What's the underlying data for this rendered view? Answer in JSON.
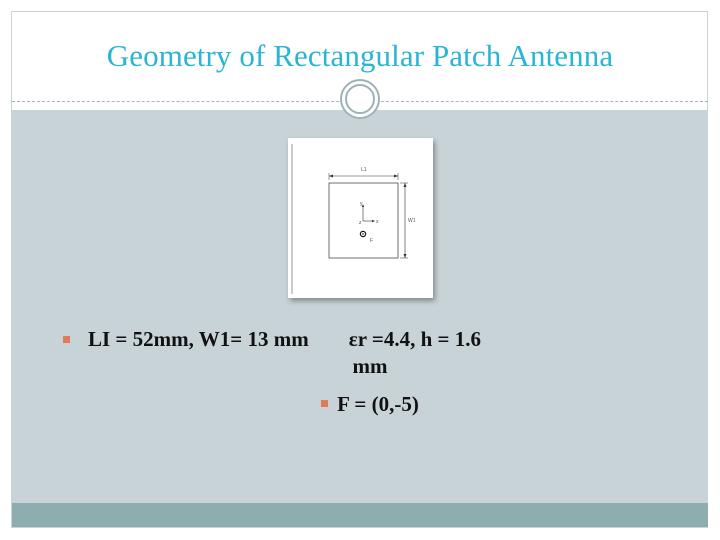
{
  "slide": {
    "title": "Geometry of Rectangular Patch Antenna",
    "colors": {
      "title": "#29b5d5",
      "content_background": "#c8d3d8",
      "footer_band": "#8eadaf",
      "bullet_marker": "#e07b58"
    }
  },
  "figure": {
    "labels": {
      "length": "L1",
      "width": "W1",
      "axis_y": "y",
      "axis_x": "x",
      "origin": "z",
      "feed": "F"
    }
  },
  "bullets": [
    {
      "part_a": "LI = 52mm, W1= 13 mm",
      "part_b": "εr =4.4,  h = 1.6",
      "part_c": "mm"
    },
    {
      "text": "F = (0,-5)"
    }
  ]
}
